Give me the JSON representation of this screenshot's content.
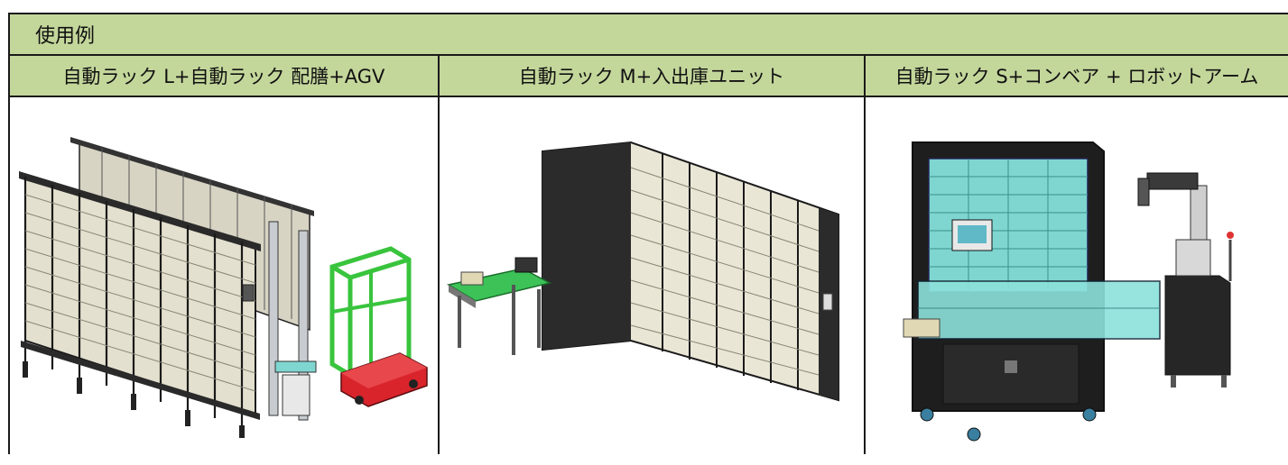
{
  "table": {
    "title": "使用例",
    "columns": [
      {
        "header": "自動ラック L+自動ラック 配膳+AGV",
        "image": "automatic-rack-large-with-agv-illustration"
      },
      {
        "header": "自動ラック M+入出庫ユニット",
        "image": "automatic-rack-medium-with-io-unit-illustration"
      },
      {
        "header": "自動ラック S+コンベア + ロボットアーム",
        "image": "automatic-rack-small-with-conveyor-robot-arm-illustration"
      }
    ]
  },
  "colors": {
    "header_bg": "#c4d79b",
    "frame": "#1a1a1a",
    "agv_green": "#39c43d",
    "agv_red": "#d9242b",
    "glass_cyan": "#7fd6d0"
  }
}
